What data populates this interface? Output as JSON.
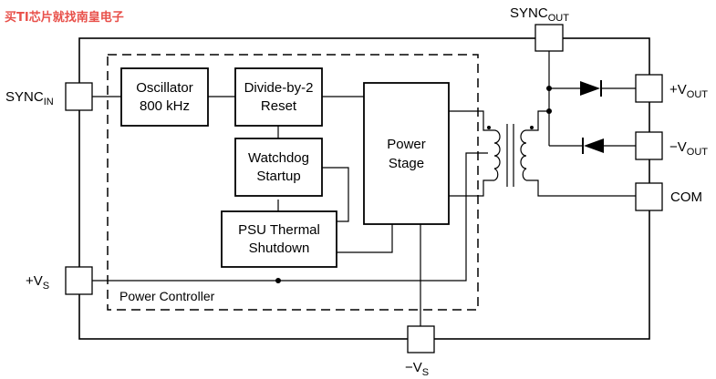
{
  "watermark": "买TI芯片就找南皇电子",
  "blocks": {
    "oscillator": [
      "Oscillator",
      "800 kHz"
    ],
    "divider": [
      "Divide-by-2",
      "Reset"
    ],
    "watchdog": [
      "Watchdog",
      "Startup"
    ],
    "thermal": [
      "PSU Thermal",
      "Shutdown"
    ],
    "power_stage": [
      "Power",
      "Stage"
    ],
    "power_controller": "Power Controller"
  },
  "pins": {
    "sync_in": {
      "main": "SYNC",
      "sub": "IN"
    },
    "sync_out": {
      "main": "SYNC",
      "sub": "OUT"
    },
    "vout_pos": {
      "main": "+V",
      "sub": "OUT"
    },
    "vout_neg": {
      "main": "−V",
      "sub": "OUT"
    },
    "com": {
      "main": "COM"
    },
    "vs_pos": {
      "main": "+V",
      "sub": "S"
    },
    "vs_neg": {
      "main": "−V",
      "sub": "S"
    }
  }
}
